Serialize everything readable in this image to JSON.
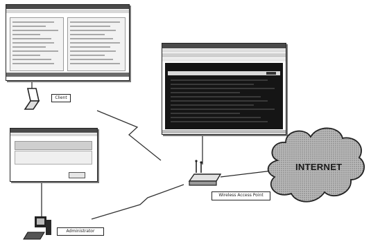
{
  "labels": {
    "client": "Client",
    "administrator": "Administrator",
    "access_point": "Wireless Access Point",
    "internet": "INTERNET"
  }
}
